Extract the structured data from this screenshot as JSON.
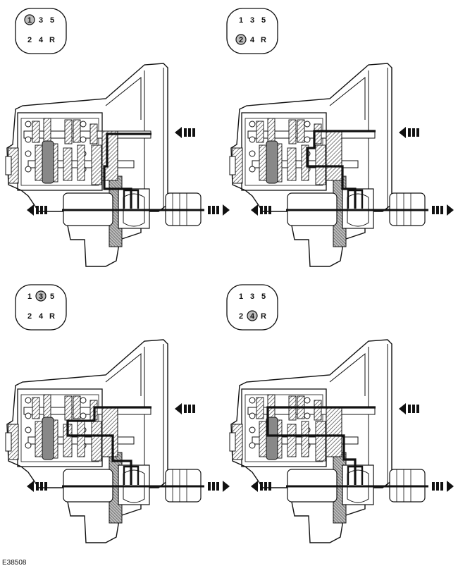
{
  "figure": {
    "reference_code": "E38508",
    "panels": [
      {
        "id": "gear-1",
        "selected": "1",
        "shift_rows": [
          [
            "1",
            "3",
            "5"
          ],
          [
            "2",
            "4",
            "R"
          ]
        ]
      },
      {
        "id": "gear-2",
        "selected": "2",
        "shift_rows": [
          [
            "1",
            "3",
            "5"
          ],
          [
            "2",
            "4",
            "R"
          ]
        ]
      },
      {
        "id": "gear-3",
        "selected": "3",
        "shift_rows": [
          [
            "1",
            "3",
            "5"
          ],
          [
            "2",
            "4",
            "R"
          ]
        ]
      },
      {
        "id": "gear-4",
        "selected": "4",
        "shift_rows": [
          [
            "1",
            "3",
            "5"
          ],
          [
            "2",
            "4",
            "R"
          ]
        ]
      }
    ],
    "colors": {
      "line": "#111111",
      "hatch": "#555555",
      "gear_fill": "#9a9a9a",
      "highlight_circle": "#bdbdbd",
      "background": "#ffffff"
    }
  }
}
